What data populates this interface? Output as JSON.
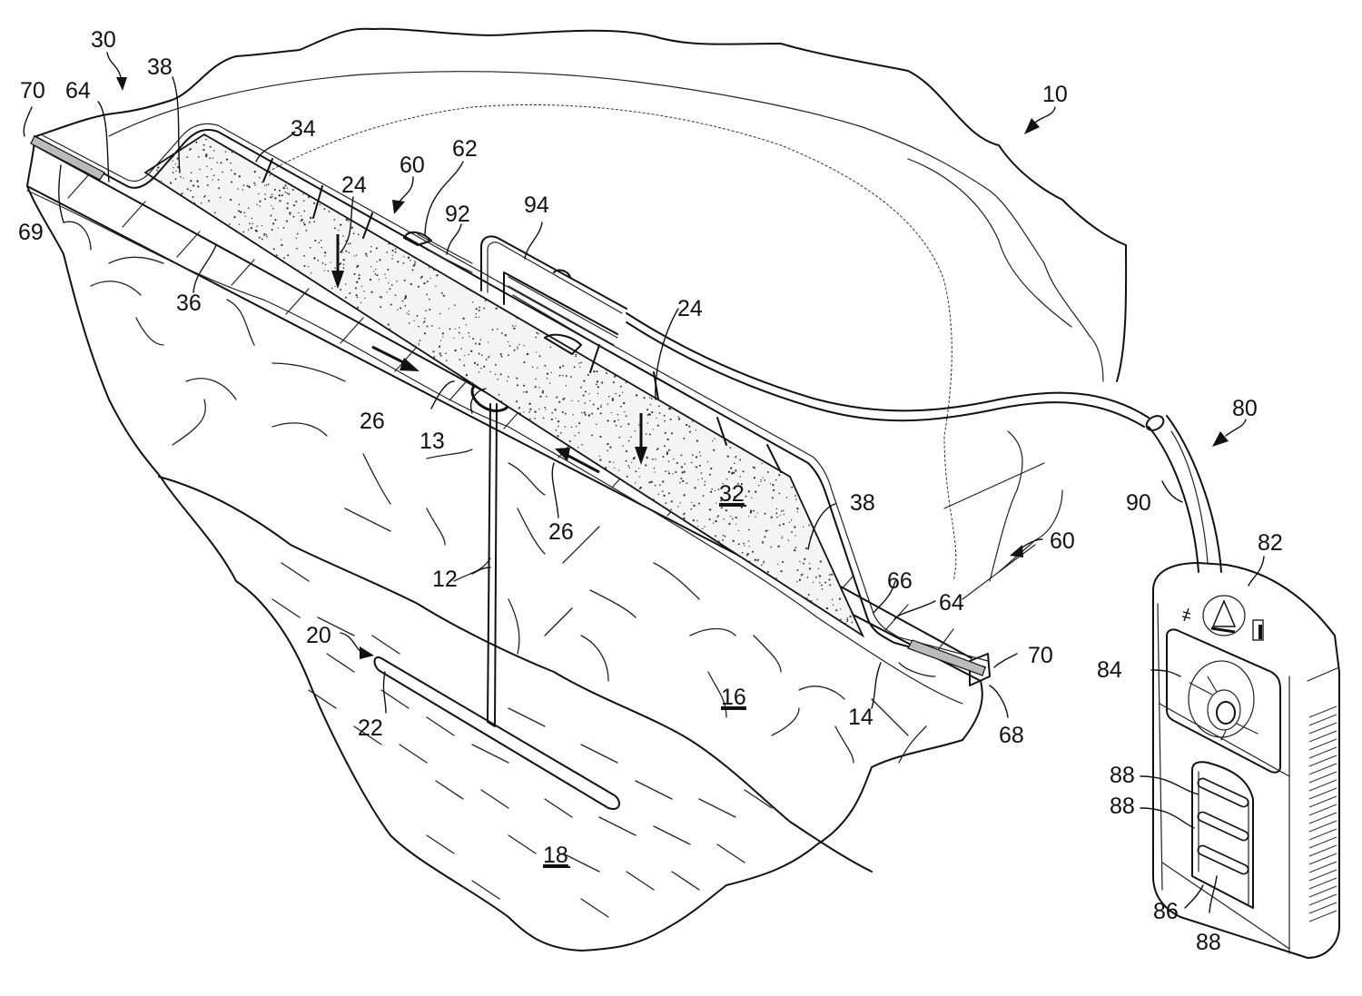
{
  "figure": {
    "type": "patent-drawing",
    "description": "Perspective view of a wound therapy dressing system over a tissue site with a handheld reduced-pressure unit connected by a conduit",
    "labels": [
      {
        "id": "10",
        "text": "10",
        "target": "overall-system",
        "underlined": false
      },
      {
        "id": "12",
        "text": "12",
        "target": "incision-line",
        "underlined": false
      },
      {
        "id": "13",
        "text": "13",
        "target": "incision-opening-circle",
        "underlined": false
      },
      {
        "id": "14",
        "text": "14",
        "target": "epidermis-layer",
        "underlined": false
      },
      {
        "id": "16",
        "text": "16",
        "target": "dermis-tissue",
        "underlined": true
      },
      {
        "id": "18",
        "text": "18",
        "target": "subcutaneous-tissue",
        "underlined": true
      },
      {
        "id": "20",
        "text": "20",
        "target": "subcutaneous-cavity",
        "underlined": false
      },
      {
        "id": "22",
        "text": "22",
        "target": "cavity-wall",
        "underlined": false
      },
      {
        "id": "24a",
        "text": "24",
        "target": "downward-force-arrow-left",
        "underlined": false
      },
      {
        "id": "24b",
        "text": "24",
        "target": "downward-force-arrow-right",
        "underlined": false
      },
      {
        "id": "26a",
        "text": "26",
        "target": "closing-force-arrow-left",
        "underlined": false
      },
      {
        "id": "26b",
        "text": "26",
        "target": "closing-force-arrow-right",
        "underlined": false
      },
      {
        "id": "30",
        "text": "30",
        "target": "dressing-assembly",
        "underlined": false
      },
      {
        "id": "32",
        "text": "32",
        "target": "bolster-manifold",
        "underlined": true
      },
      {
        "id": "34",
        "text": "34",
        "target": "bolster-top-surface",
        "underlined": false
      },
      {
        "id": "36",
        "text": "36",
        "target": "bolster-bottom-surface",
        "underlined": false
      },
      {
        "id": "38a",
        "text": "38",
        "target": "bolster-edge-left",
        "underlined": false
      },
      {
        "id": "38b",
        "text": "38",
        "target": "bolster-edge-right",
        "underlined": false
      },
      {
        "id": "60a",
        "text": "60",
        "target": "sealing-drape-top",
        "underlined": false
      },
      {
        "id": "60b",
        "text": "60",
        "target": "sealing-drape-side",
        "underlined": false
      },
      {
        "id": "62",
        "text": "62",
        "target": "drape-aperture",
        "underlined": false
      },
      {
        "id": "64a",
        "text": "64",
        "target": "drape-extension-left",
        "underlined": false
      },
      {
        "id": "64b",
        "text": "64",
        "target": "drape-extension-right",
        "underlined": false
      },
      {
        "id": "66",
        "text": "66",
        "target": "drape-inner-surface",
        "underlined": false
      },
      {
        "id": "68",
        "text": "68",
        "target": "attachment-device",
        "underlined": false
      },
      {
        "id": "69",
        "text": "69",
        "target": "adhesive-layer-left",
        "underlined": false
      },
      {
        "id": "70a",
        "text": "70",
        "target": "release-liner-left",
        "underlined": false
      },
      {
        "id": "70b",
        "text": "70",
        "target": "release-liner-right",
        "underlined": false
      },
      {
        "id": "80",
        "text": "80",
        "target": "reduced-pressure-subsystem",
        "underlined": false
      },
      {
        "id": "82",
        "text": "82",
        "target": "pressure-unit-housing",
        "underlined": false
      },
      {
        "id": "84",
        "text": "84",
        "target": "display-panel",
        "underlined": false
      },
      {
        "id": "86",
        "text": "86",
        "target": "button-panel",
        "underlined": false
      },
      {
        "id": "88a",
        "text": "88",
        "target": "control-button-1",
        "underlined": false
      },
      {
        "id": "88b",
        "text": "88",
        "target": "control-button-2",
        "underlined": false
      },
      {
        "id": "88c",
        "text": "88",
        "target": "control-button-3",
        "underlined": false
      },
      {
        "id": "90",
        "text": "90",
        "target": "delivery-conduit",
        "underlined": false
      },
      {
        "id": "92",
        "text": "92",
        "target": "interface-connector",
        "underlined": false
      },
      {
        "id": "94",
        "text": "94",
        "target": "interface-cover",
        "underlined": false
      }
    ],
    "device_icons": [
      "warning-triangle-icon",
      "battery-icon",
      "indicator-glyph-icon",
      "round-control-button-icon"
    ],
    "colors": {
      "line": "#111111",
      "background": "#ffffff"
    }
  }
}
